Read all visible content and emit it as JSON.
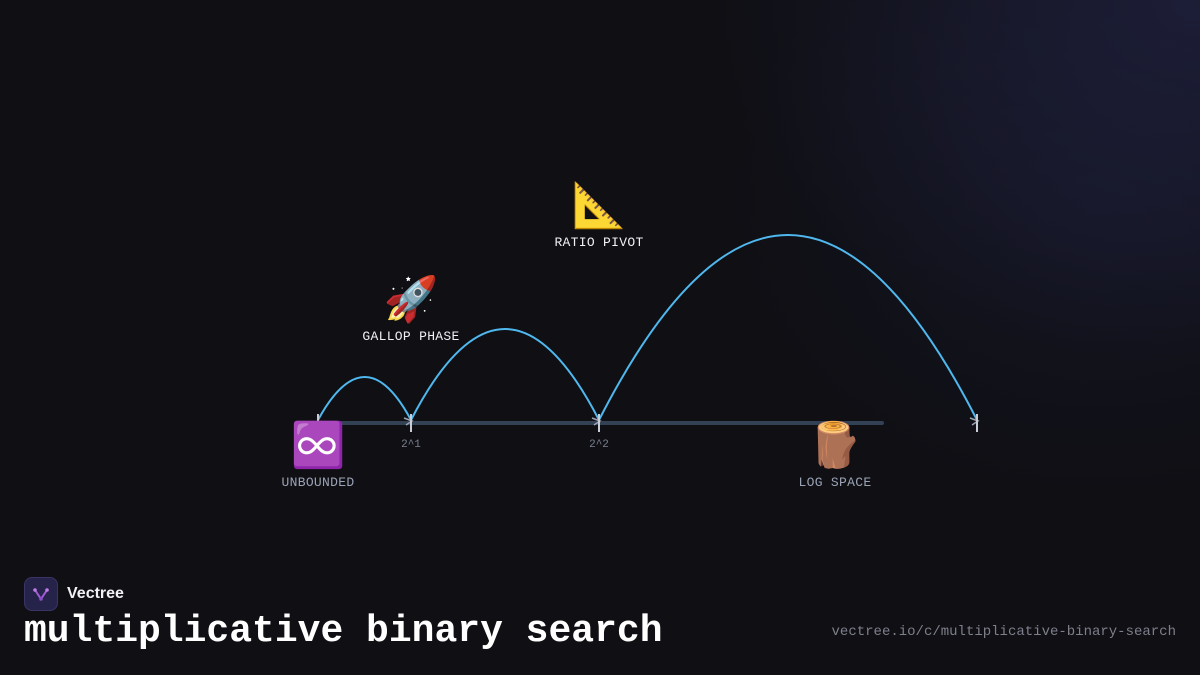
{
  "nodes": {
    "unbounded": {
      "icon": "infinity-icon",
      "glyph": "♾️",
      "label": "UNBOUNDED"
    },
    "gallop": {
      "icon": "rocket-icon",
      "glyph": "🚀",
      "label": "GALLOP PHASE"
    },
    "ratio": {
      "icon": "triangular-ruler-icon",
      "glyph": "📐",
      "label": "RATIO PIVOT"
    },
    "log": {
      "icon": "wood-log-icon",
      "glyph": "🪵",
      "label": "LOG SPACE"
    }
  },
  "ticks": [
    {
      "label": "2^1"
    },
    {
      "label": "2^2"
    }
  ],
  "colors": {
    "arc": "#4fb8ee",
    "axis": "#334155",
    "tick": "#c8ccd6",
    "label_bright": "#f1f2f6",
    "label_dim": "#9aa3b5",
    "tick_label": "#7b8191"
  },
  "footer": {
    "brand": "Vectree",
    "title": "multiplicative binary search",
    "url": "vectree.io/c/multiplicative-binary-search"
  }
}
